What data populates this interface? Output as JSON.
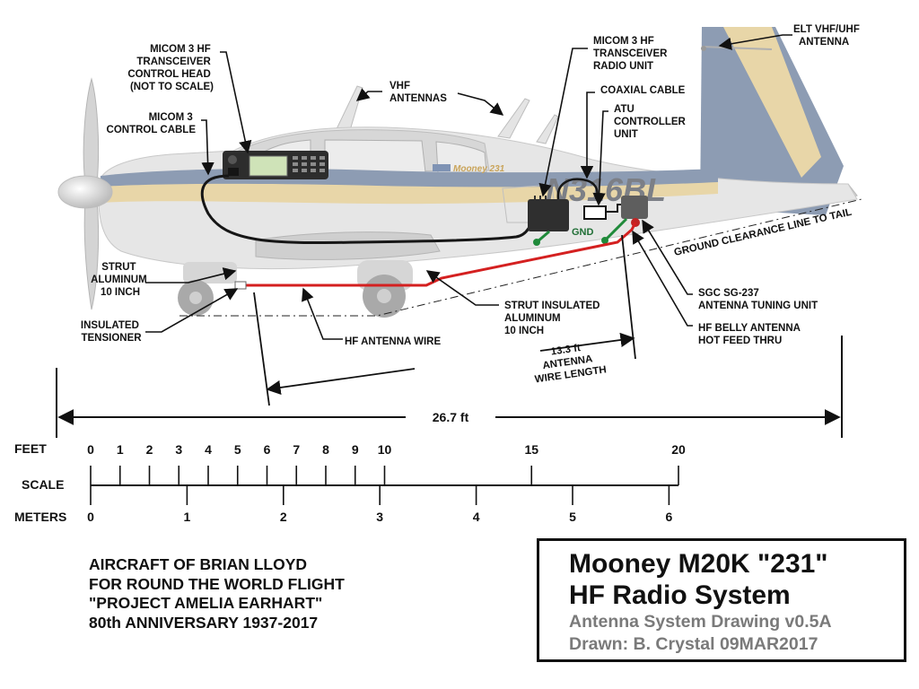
{
  "labels": {
    "micom_control_head": [
      "MICOM 3 HF",
      "TRANSCEIVER",
      "CONTROL HEAD",
      "(NOT TO SCALE)"
    ],
    "micom_control_cable": [
      "MICOM 3",
      "CONTROL CABLE"
    ],
    "vhf_antennas": [
      "VHF",
      "ANTENNAS"
    ],
    "micom_radio_unit": [
      "MICOM 3 HF",
      "TRANSCEIVER",
      "RADIO UNIT"
    ],
    "coaxial_cable": [
      "COAXIAL CABLE"
    ],
    "atu_controller": [
      "ATU",
      "CONTROLLER",
      "UNIT"
    ],
    "elt_antenna": [
      "ELT VHF/UHF",
      "ANTENNA"
    ],
    "ground_clearance": [
      "GROUND CLEARANCE LINE TO TAIL"
    ],
    "sgc_tuning_unit": [
      "SGC SG-237",
      "ANTENNA TUNING UNIT"
    ],
    "belly_feed": [
      "HF BELLY ANTENNA",
      "HOT FEED THRU"
    ],
    "strut_aluminum": [
      "STRUT",
      "ALUMINUM",
      "10 INCH"
    ],
    "insulated_tensioner": [
      "INSULATED",
      "TENSIONER"
    ],
    "hf_antenna_wire": [
      "HF ANTENNA WIRE"
    ],
    "strut_insulated": [
      "STRUT INSULATED",
      "ALUMINUM",
      "10 INCH"
    ],
    "antenna_length": [
      "13.3 ft",
      "ANTENNA",
      "WIRE LENGTH"
    ],
    "gnd": [
      "GND"
    ]
  },
  "aircraft": {
    "registration": "N316BL",
    "brand": "Mooney 231"
  },
  "dimension": {
    "overall_length": "26.7 ft"
  },
  "scale": {
    "feet_label": "FEET",
    "scale_label": "SCALE",
    "meters_label": "METERS",
    "feet_ticks": [
      "0",
      "1",
      "2",
      "3",
      "4",
      "5",
      "6",
      "7",
      "8",
      "9",
      "10",
      "15",
      "20"
    ],
    "meter_ticks": [
      "0",
      "1",
      "2",
      "3",
      "4",
      "5",
      "6"
    ]
  },
  "credit": [
    "AIRCRAFT OF BRIAN LLOYD",
    "FOR ROUND THE WORLD FLIGHT",
    "\"PROJECT AMELIA EARHART\"",
    "80th ANNIVERSARY 1937-2017"
  ],
  "title_block": {
    "title_1": "Mooney M20K \"231\"",
    "title_2": "HF Radio System",
    "subtitle": "Antenna System Drawing v0.5A",
    "drawn_by": "Drawn: B. Crystal 09MAR2017"
  },
  "colors": {
    "fuselage": "#e6e6e6",
    "stripe_blue": "#8d9cb3",
    "stripe_tan": "#e8d6a8",
    "antenna_wire": "#d42020",
    "ground_strap": "#1f8a3a",
    "box_dark": "#2f2f2f"
  }
}
